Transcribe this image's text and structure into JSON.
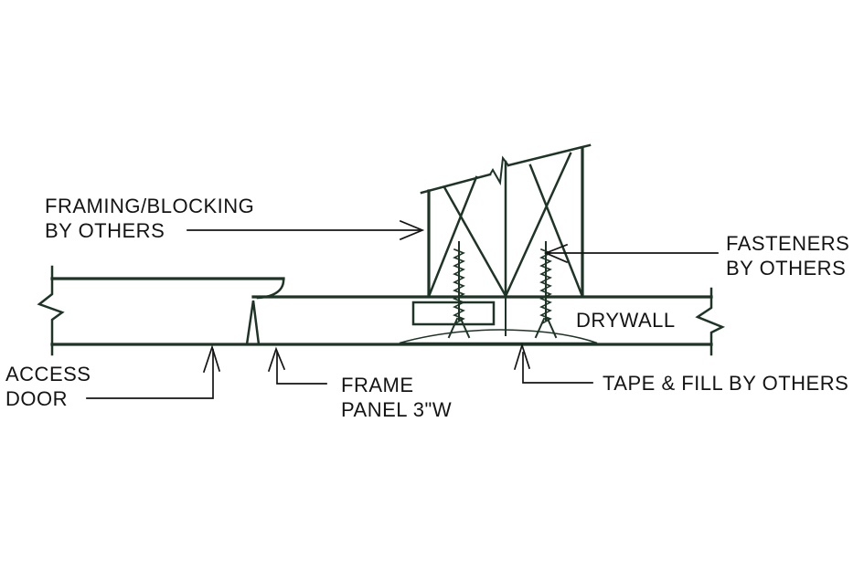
{
  "diagram": {
    "type": "construction-detail-section",
    "background_color": "#ffffff",
    "line_color": "#1d3426",
    "text_color": "#141414",
    "labels": {
      "framing_blocking_line1": "FRAMING/BLOCKING",
      "framing_blocking_line2": "BY OTHERS",
      "fasteners_line1": "FASTENERS",
      "fasteners_line2": "BY OTHERS",
      "drywall": "DRYWALL",
      "access_door_line1": "ACCESS",
      "access_door_line2": "DOOR",
      "frame_panel_line1": "FRAME",
      "frame_panel_line2": "PANEL 3\"W",
      "tape_fill": "TAPE & FILL BY OTHERS"
    }
  }
}
